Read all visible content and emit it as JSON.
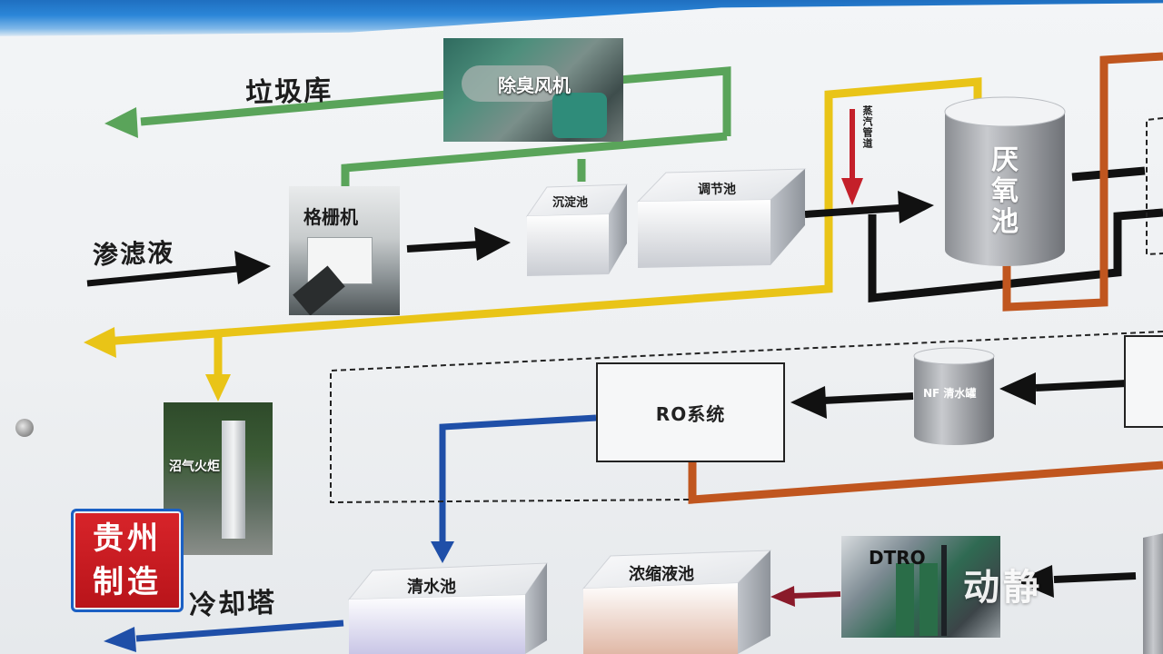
{
  "labels": {
    "garbage_depot": "垃圾库",
    "leachate": "渗滤液",
    "cooling_tower": "冷却塔",
    "steam_pipe": "蒸汽管道"
  },
  "photos": {
    "deodor_fan": "除臭风机",
    "grid_machine": "格栅机",
    "biogas_torch": "沼气火炬",
    "dtro": "DTRO"
  },
  "tanks": {
    "sedimentation": "沉淀池",
    "regulating": "调节池",
    "anaerobic_line1": "厌",
    "anaerobic_line2": "氧",
    "anaerobic_line3": "池",
    "nf_tank": "NF 清水罐",
    "clean_water": "清水池",
    "concentrate": "浓缩液池"
  },
  "systems": {
    "ro": "RO系统"
  },
  "logo": {
    "line1": "贵州",
    "line2": "制造"
  },
  "watermark": "动静",
  "colors": {
    "green": "#5aa45a",
    "yellow": "#e9c417",
    "black": "#111111",
    "brown": "#c0561f",
    "blue": "#1f4fa8",
    "red": "#c4202a",
    "darkred": "#8a1a2a"
  }
}
